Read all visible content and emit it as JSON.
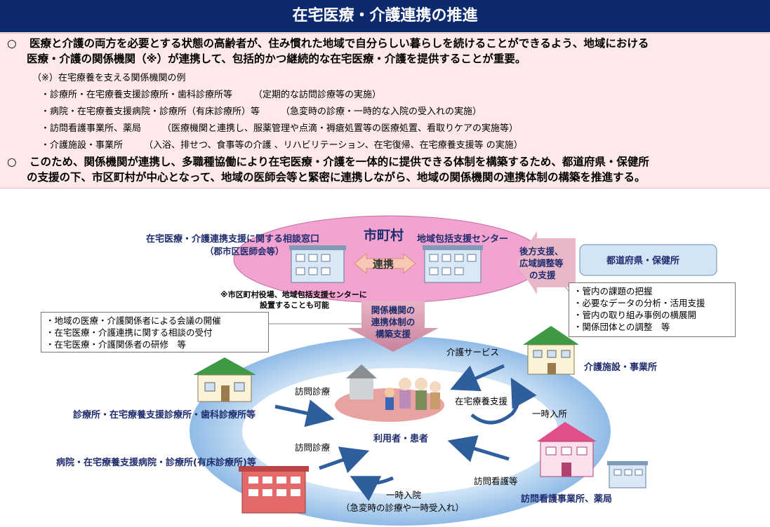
{
  "title": "在宅医療・介護連携の推進",
  "intro": {
    "bullet": "○",
    "p1_line1": "医療と介護の両方を必要とする状態の高齢者が、住み慣れた地域で自分らしい暮らしを続けることができるよう、地域における",
    "p1_line2": "医療・介護の関係機関（※）が連携して、包括的かつ継続的な在宅医療・介護を提供することが重要。",
    "note": "（※）在宅療養を支える関係機関の例",
    "examples": [
      {
        "label": "・診療所・在宅療養支援診療所・歯科診療所等",
        "desc": "（定期的な訪問診療等の実施）"
      },
      {
        "label": "・病院・在宅療養支援病院・診療所（有床診療所）等",
        "desc": "（急変時の診療・一時的な入院の受入れの実施）"
      },
      {
        "label": "・訪問看護事業所、薬局",
        "desc": "（医療機関と連携し、服薬管理や点滴・褥瘡処置等の医療処置、看取りケアの実施等）"
      },
      {
        "label": "・介護施設・事業所",
        "desc": "（入浴、排せつ、食事等の介護 、リハビリテーション、在宅復帰、在宅療養支援等 の実施）"
      }
    ],
    "p2_line1": "このため、関係機関が連携し、多職種協働により在宅医療・介護を一体的に提供できる体制を構築するため、都道府県・保健所",
    "p2_line2": "の支援の下、市区町村が中心となって、地域の医師会等と緊密に連携しながら、地域の関係機関の連携体制の構築を推進する。"
  },
  "diagram": {
    "municipality": "市町村",
    "consult_window": "在宅医療・介護連携支援に関する相談窓口",
    "consult_window_sub": "（郡市区医師会等）",
    "renkei": "連携",
    "chiiki_center": "地域包括支援センター",
    "note_line1": "※市区町村役場、地域包括支援センターに",
    "note_line2": "設置することも可能",
    "support_arrow": [
      "後方支援、",
      "広域調整等",
      "の支援"
    ],
    "prefecture": "都道府県・保健所",
    "prefecture_tasks": [
      "・管内の課題の把握",
      "・必要なデータの分析・活用支援",
      "・管内の取り組み事例の横展開",
      "・関係団体との調整　等"
    ],
    "municipal_tasks": [
      "・地域の医療・介護関係者による会議の開催",
      "・在宅医療・介護連携に関する相談の受付",
      "・在宅医療・介護関係者の研修　等"
    ],
    "down_arrow": [
      "関係機関の",
      "連携体制の",
      "構築支援"
    ],
    "clinic": "診療所・在宅療養支援診療所・歯科診療所等",
    "hospital": "病院・在宅療養支援病院・診療所(有床診療所)等",
    "care_facility": "介護施設・事業所",
    "nursing_pharmacy": "訪問看護事業所、薬局",
    "patient": "利用者・患者",
    "visit_medical_1": "訪問診療",
    "visit_medical_2": "訪問診療",
    "care_service": "介護サービス",
    "home_care_support": "在宅療養支援",
    "temp_stay": "一時入所",
    "visit_nursing": "訪問看護等",
    "temp_admission": "一時入院",
    "temp_admission_sub": "（急変時の診療や一時受入れ）"
  }
}
